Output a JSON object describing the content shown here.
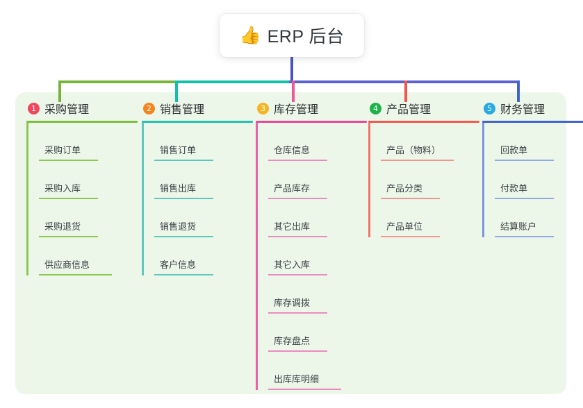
{
  "root": {
    "icon": "thumbs-up-icon",
    "icon_glyph": "👍",
    "label": "ERP 后台"
  },
  "panel": {
    "background_color": "#edf7e9"
  },
  "connectors": {
    "stem_color": "#4a55bf",
    "bus_colors": [
      "#76b43a",
      "#13bfa6",
      "#5a62cf"
    ],
    "drop_colors": [
      "#76b43a",
      "#13bfa6",
      "#ef5799",
      "#f2554c",
      "#3f63cf"
    ]
  },
  "columns": [
    {
      "number": "1",
      "title": "采购管理",
      "badge_color": "#f0485e",
      "rule_color": "#7cbf3f",
      "spine_color": "#8cc751",
      "leaf_rule_color": "#8cc751",
      "items": [
        "采购订单",
        "采购入库",
        "采购退货",
        "供应商信息"
      ]
    },
    {
      "number": "2",
      "title": "销售管理",
      "badge_color": "#f5841f",
      "rule_color": "#25c2b0",
      "spine_color": "#5cc9bd",
      "leaf_rule_color": "#5cc9bd",
      "items": [
        "销售订单",
        "销售出库",
        "销售退货",
        "客户信息"
      ]
    },
    {
      "number": "3",
      "title": "库存管理",
      "badge_color": "#f5b426",
      "rule_color": "#e5499b",
      "spine_color": "#ea61a6",
      "leaf_rule_color": "#ea8cc0",
      "items": [
        "仓库信息",
        "产品库存",
        "其它出库",
        "其它入库",
        "库存调拨",
        "库存盘点",
        "出库库明细"
      ]
    },
    {
      "number": "4",
      "title": "产品管理",
      "badge_color": "#20b24a",
      "rule_color": "#f4594f",
      "spine_color": "#f4746a",
      "leaf_rule_color": "#f4958e",
      "items": [
        "产品（物料）",
        "产品分类",
        "产品单位"
      ]
    },
    {
      "number": "5",
      "title": "财务管理",
      "badge_color": "#29a9e1",
      "rule_color": "#3f63cf",
      "spine_color": "#7b96dd",
      "leaf_rule_color": "#93a9e3",
      "items": [
        "回款单",
        "付款单",
        "结算账户"
      ]
    }
  ]
}
